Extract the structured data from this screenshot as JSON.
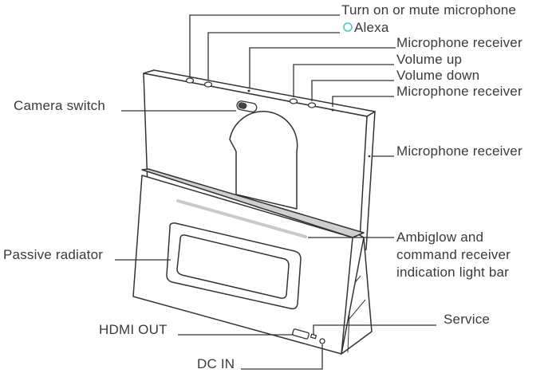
{
  "labels": {
    "turn_on_mute_mic": "Turn on or mute microphone",
    "alexa": "Alexa",
    "mic_receiver_1": "Microphone receiver",
    "volume_up": "Volume up",
    "volume_down": "Volume down",
    "mic_receiver_2": "Microphone receiver",
    "camera_switch": "Camera switch",
    "mic_receiver_3": "Microphone receiver",
    "ambiglow_line1": "Ambiglow and",
    "ambiglow_line2": "command receiver",
    "ambiglow_line3": "indication light bar",
    "passive_radiator": "Passive radiator",
    "service": "Service",
    "hdmi_out": "HDMI OUT",
    "dc_in": "DC IN"
  },
  "colors": {
    "alexa_ring": "#4fc3d9",
    "line": "#333333",
    "top_surface": "#cfcfcf",
    "light_bar": "#c9c9c9"
  }
}
